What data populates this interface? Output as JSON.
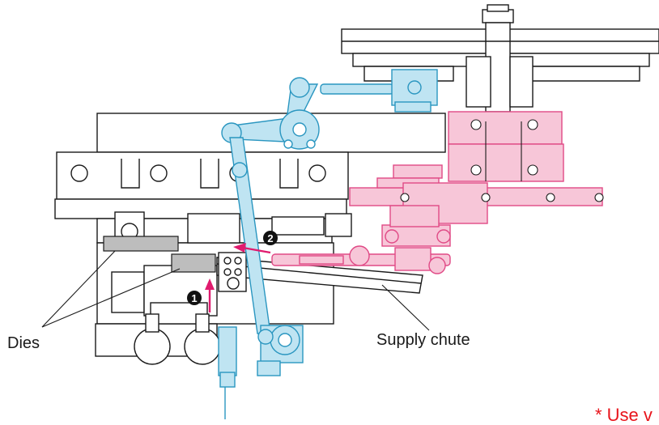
{
  "labels": {
    "dies": "Dies",
    "supply_chute": "Supply chute",
    "note_partial": "* Use v"
  },
  "markers": {
    "step1": "1",
    "step2": "2"
  },
  "colors": {
    "line": "#1a1a1a",
    "blue_part_fill": "#bfe4f2",
    "blue_part_stroke": "#2a96c0",
    "pink_part_fill": "#f7c6d8",
    "pink_part_stroke": "#e04a86",
    "gray_die": "#bdbdbd",
    "arrow": "#e01b6e",
    "note_red": "#e8141b"
  }
}
